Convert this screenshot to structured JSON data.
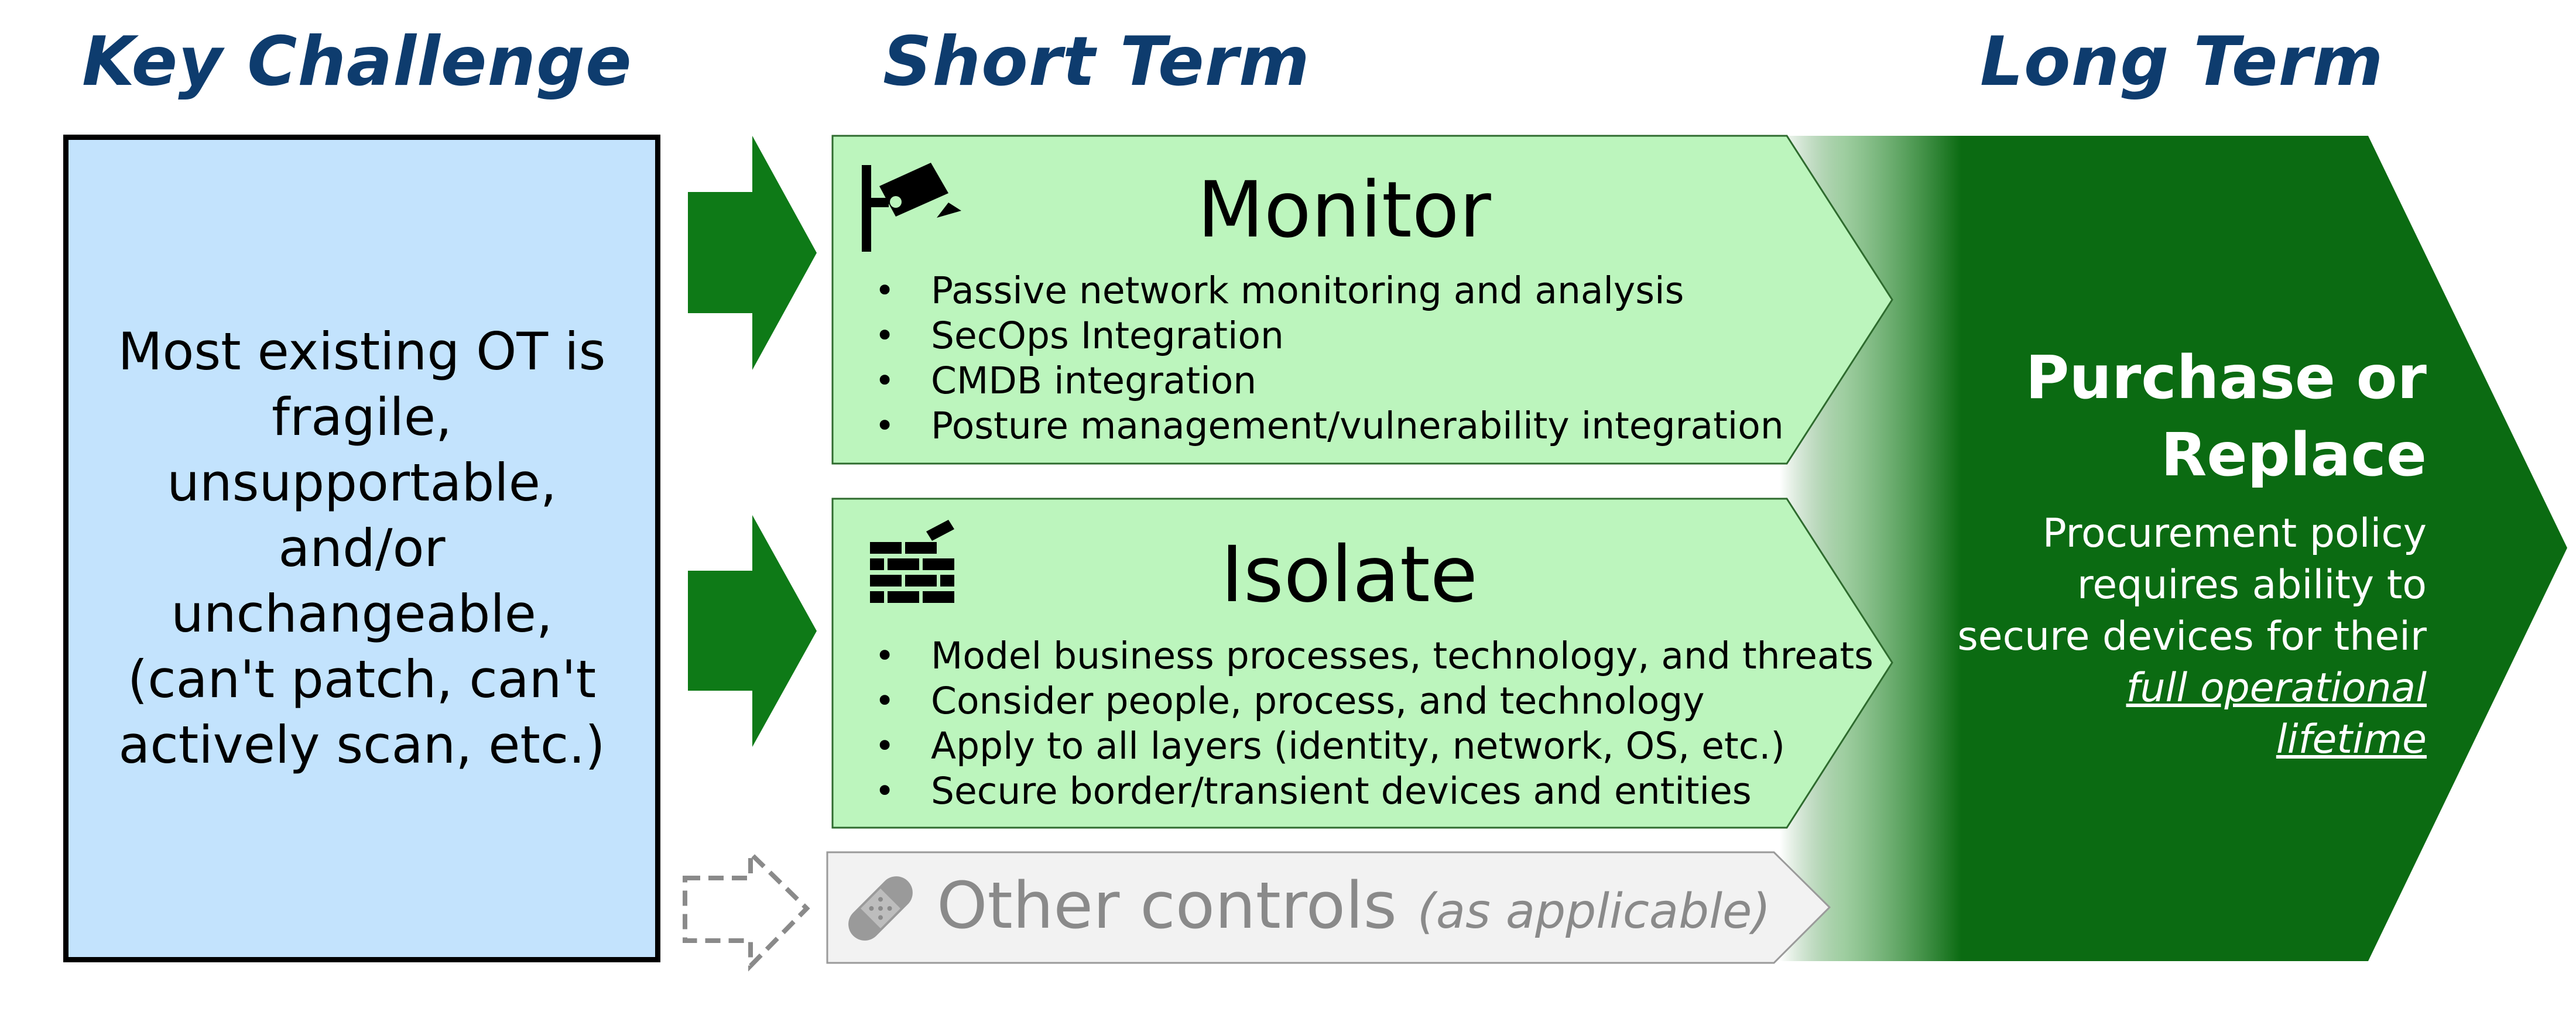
{
  "headers": {
    "key_challenge": "Key Challenge",
    "short_term": "Short Term",
    "long_term": "Long Term"
  },
  "key_challenge": {
    "lines": [
      "Most existing OT is",
      "fragile, unsupportable,",
      "and/or unchangeable,",
      "(can't patch, can't",
      "actively scan, etc.)"
    ]
  },
  "monitor": {
    "title": "Monitor",
    "icon": "security-camera-icon",
    "bullets": [
      "Passive network monitoring and analysis",
      "SecOps Integration",
      "CMDB integration",
      "Posture management/vulnerability integration"
    ]
  },
  "isolate": {
    "title": "Isolate",
    "icon": "brick-wall-icon",
    "bullets": [
      "Model business processes, technology, and threats",
      "Consider people, process, and technology",
      "Apply to all layers (identity, network, OS, etc.)",
      "Secure border/transient devices and entities"
    ]
  },
  "other_controls": {
    "title": "Other controls",
    "note": "(as applicable)",
    "icon": "bandage-icon"
  },
  "long_term": {
    "title_lines": [
      "Purchase or",
      "Replace"
    ],
    "body_lines": [
      "Procurement policy",
      "requires ability to",
      "secure devices for their"
    ],
    "emphasis_lines": [
      "full operational",
      "lifetime"
    ]
  },
  "colors": {
    "header_blue": "#0e3c6e",
    "key_box_fill": "#c3e3fd",
    "light_green": "#bcf5bd",
    "dark_green": "#0b6b12",
    "arrow_green": "#0e7a17",
    "gray_box": "#f2f2f2"
  }
}
